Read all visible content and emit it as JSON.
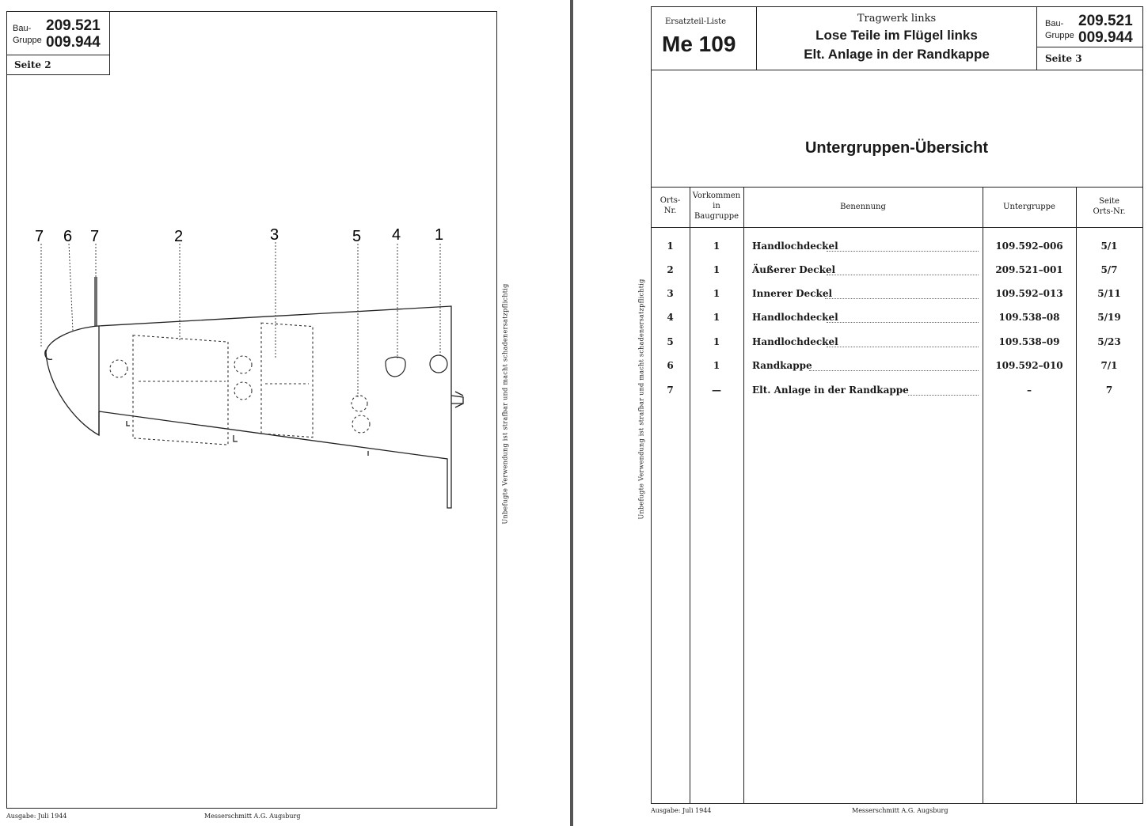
{
  "left_page": {
    "bau_label": "Bau-",
    "gruppe_label": "Gruppe",
    "bau_number": "209.521",
    "gruppe_number": "009.944",
    "page_label": "Seite  2",
    "callouts": [
      "7",
      "6",
      "7",
      "2",
      "3",
      "5",
      "4",
      "1"
    ],
    "side_note": "Unbefugte Verwendung ist strafbar und macht schadenersatzpflichtig",
    "footer_left": "Ausgabe:  Juli 1944",
    "footer_center": "Messerschmitt A.G. Augsburg"
  },
  "right_page": {
    "header_small": "Ersatzteil-Liste",
    "model": "Me 109",
    "header_line1": "Tragwerk links",
    "header_line2": "Lose Teile im Flügel links",
    "header_line3": "Elt. Anlage in der Randkappe",
    "bau_label": "Bau-",
    "gruppe_label": "Gruppe",
    "bau_number": "209.521",
    "gruppe_number": "009.944",
    "page_label": "Seite  3",
    "section_title": "Untergruppen-Übersicht",
    "columns": {
      "orts_nr": "Orts-\nNr.",
      "vorkommen": "Vorkommen\nin\nBaugruppe",
      "benennung": "Benennung",
      "untergruppe": "Untergruppe",
      "seite": "Seite\nOrts-Nr."
    },
    "rows": [
      {
        "nr": "1",
        "qty": "1",
        "name": "Handlochdeckel",
        "group": "109.592–006",
        "page": "5/1"
      },
      {
        "nr": "2",
        "qty": "1",
        "name": "Äußerer Deckel",
        "group": "209.521–001",
        "page": "5/7"
      },
      {
        "nr": "3",
        "qty": "1",
        "name": "Innerer Deckel",
        "group": "109.592–013",
        "page": "5/11"
      },
      {
        "nr": "4",
        "qty": "1",
        "name": "Handlochdeckel",
        "group": "109.538–08",
        "page": "5/19"
      },
      {
        "nr": "5",
        "qty": "1",
        "name": "Handlochdeckel",
        "group": "109.538–09",
        "page": "5/23"
      },
      {
        "nr": "6",
        "qty": "1",
        "name": "Randkappe",
        "group": "109.592–010",
        "page": "7/1"
      },
      {
        "nr": "7",
        "qty": "—",
        "name": "Elt. Anlage in der Randkappe",
        "group": "–",
        "page": "7"
      }
    ],
    "side_note": "Unbefugte Verwendung ist strafbar und macht schadenersatzpflichtig",
    "footer_left": "Ausgabe:  Juli 1944",
    "footer_center": "Messerschmitt A.G. Augsburg"
  }
}
